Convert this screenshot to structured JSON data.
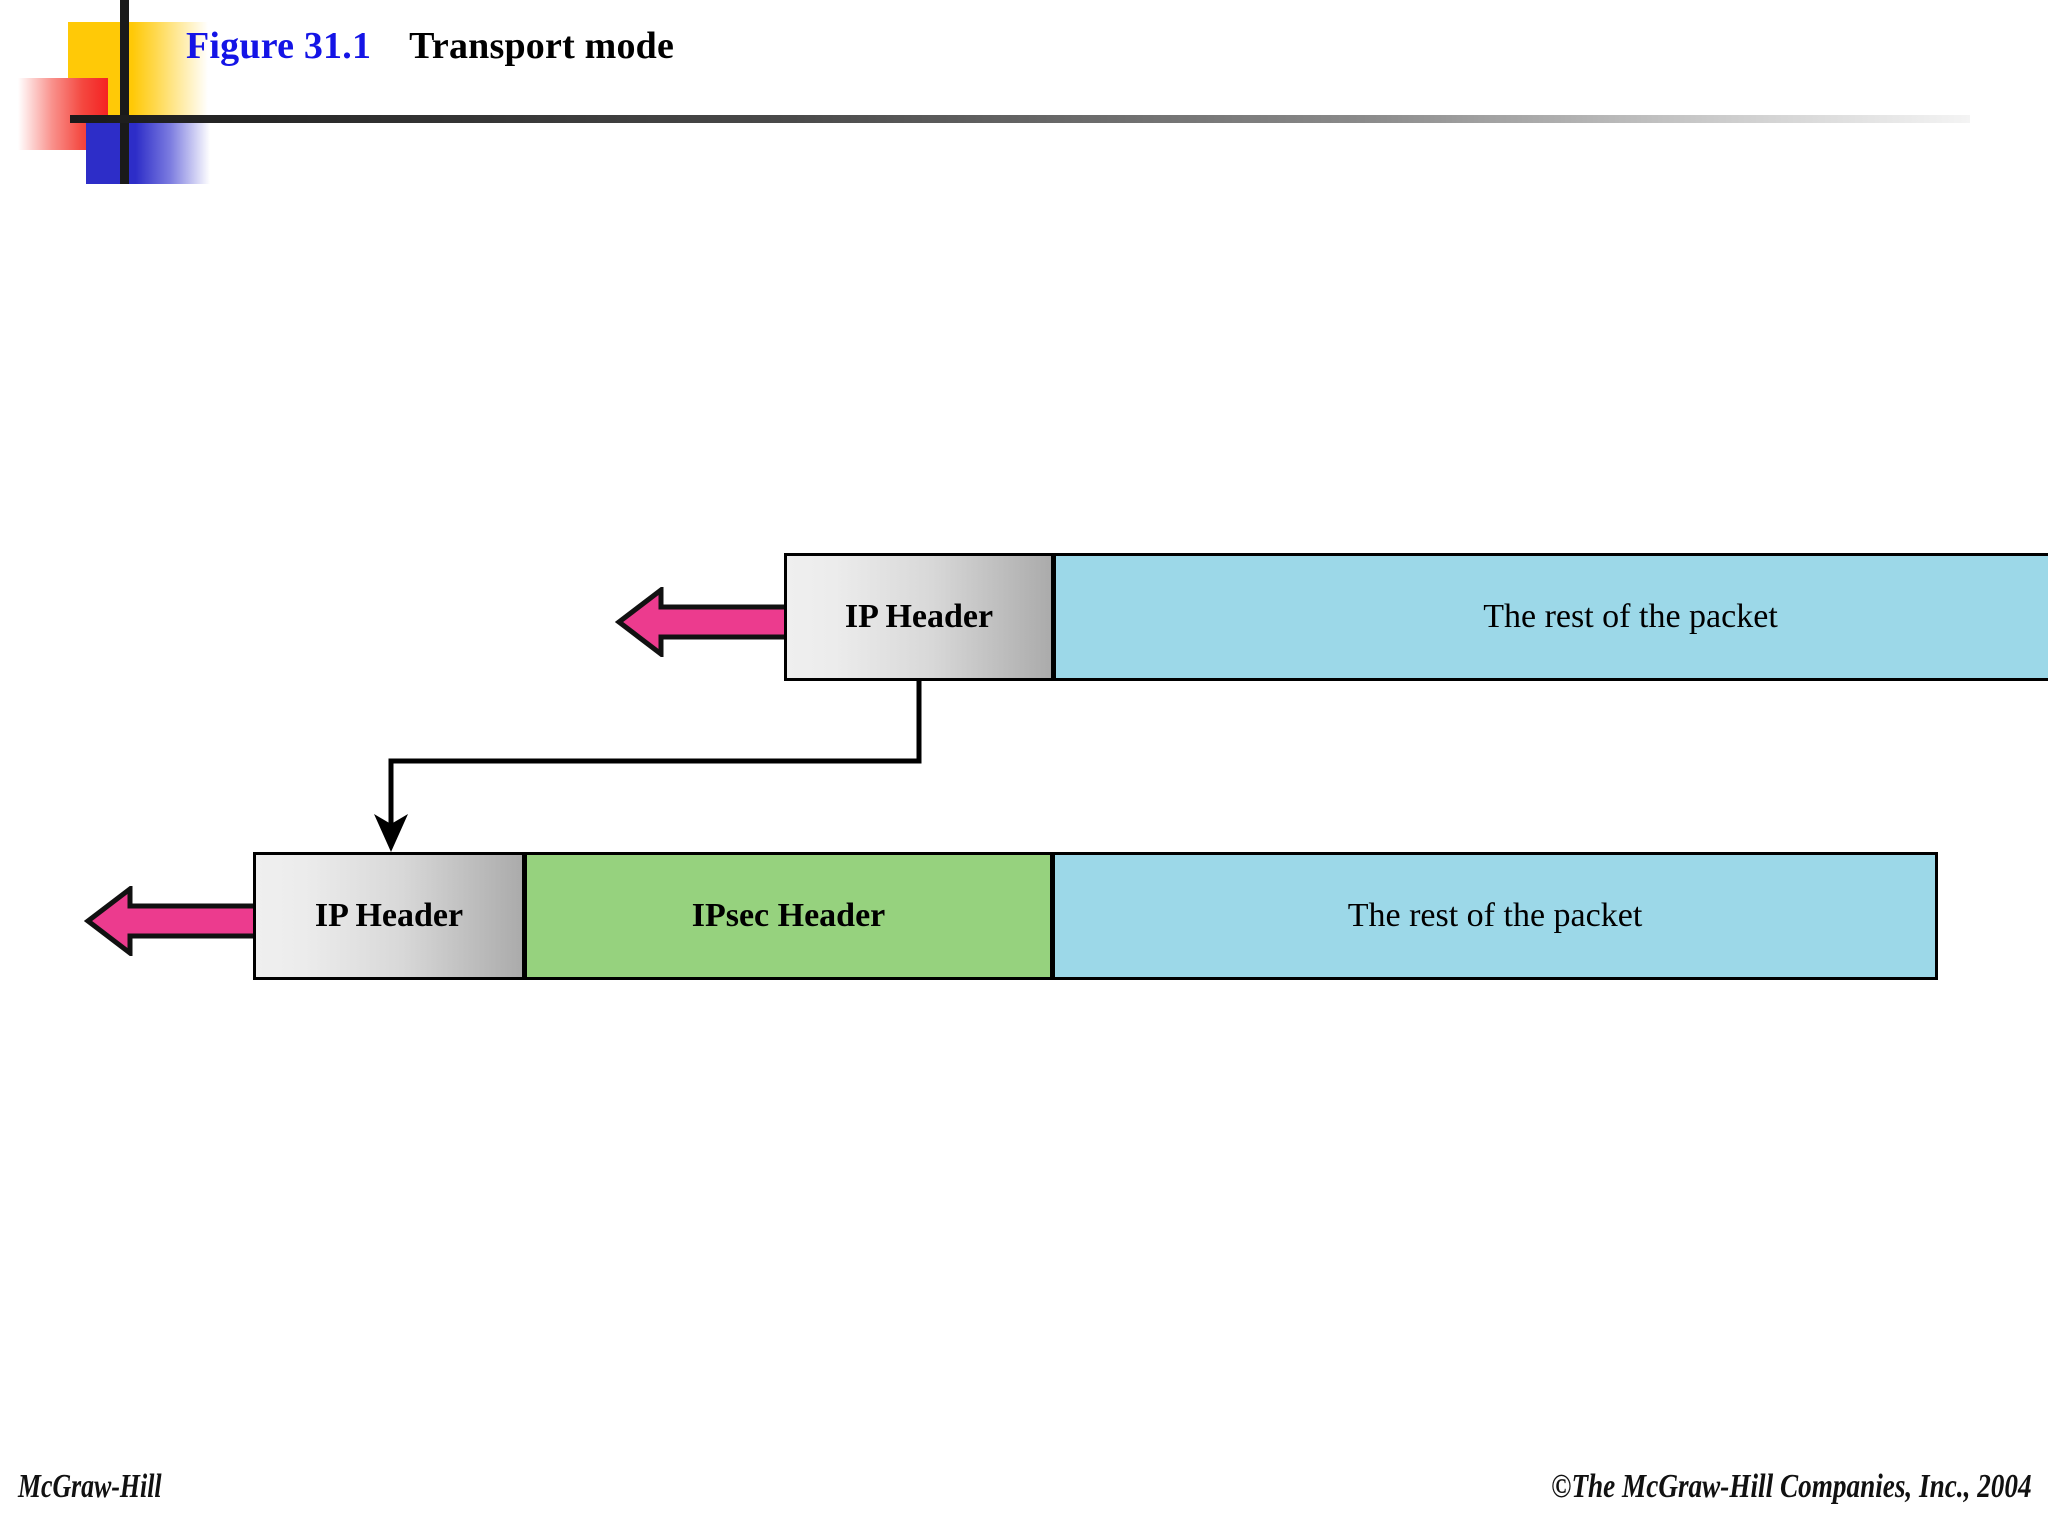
{
  "header": {
    "figure_label": "Figure 31.1",
    "figure_name": "Transport mode",
    "label_color": "#1414E6",
    "name_color": "#000000",
    "decor": {
      "yellow": "#FFC907",
      "red": "#F52222",
      "blue": "#2D2DC8",
      "bar": "#1a1a1a"
    }
  },
  "diagram": {
    "type": "packet-format",
    "colors": {
      "ip_header_fill_light": "#EFEFEF",
      "ip_header_fill_dark": "#ABABAB",
      "ipsec_header_fill": "#96D27E",
      "rest_of_packet_fill": "#9CD8E8",
      "arrow_fill": "#EC3B8E",
      "stroke": "#000000"
    },
    "rows": [
      {
        "name": "original-packet",
        "segments": [
          {
            "label": "IP Header",
            "kind": "ip-header"
          },
          {
            "label": "The rest of the packet",
            "kind": "rest-of-packet"
          }
        ],
        "arrow": {
          "direction": "left",
          "label": ""
        }
      },
      {
        "name": "ipsec-transport-packet",
        "segments": [
          {
            "label": "IP Header",
            "kind": "ip-header"
          },
          {
            "label": "IPsec Header",
            "kind": "ipsec-header"
          },
          {
            "label": "The rest of the packet",
            "kind": "rest-of-packet"
          }
        ],
        "arrow": {
          "direction": "left",
          "label": ""
        }
      }
    ],
    "connector": {
      "from": "original-packet.ip-header",
      "to": "ipsec-transport-packet",
      "style": "elbow-arrow"
    }
  },
  "footer": {
    "left": "McGraw-Hill",
    "right": "©The McGraw-Hill Companies, Inc., 2004"
  }
}
